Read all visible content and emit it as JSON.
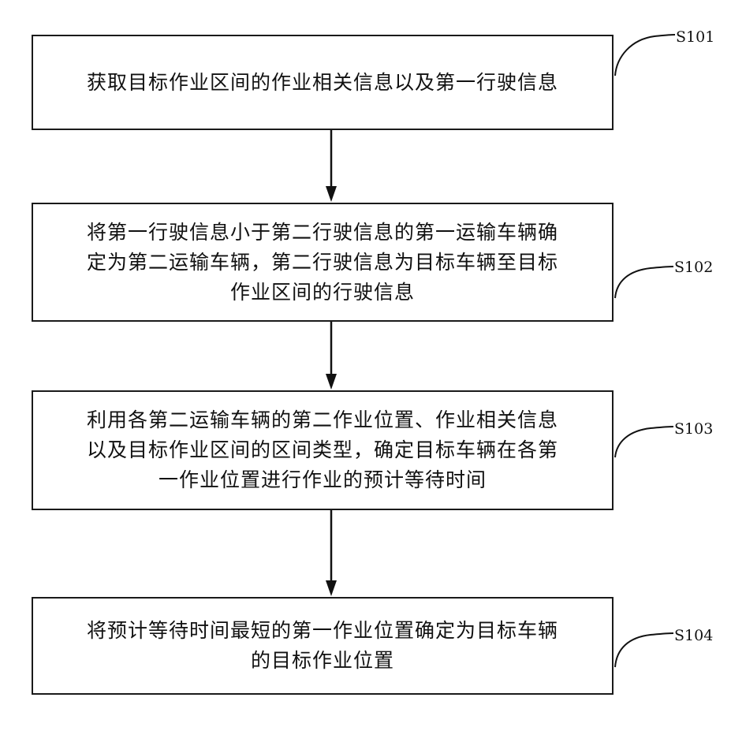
{
  "steps": [
    {
      "label": "S101",
      "text": "获取目标作业区间的作业相关信息以及第一行驶信息"
    },
    {
      "label": "S102",
      "text": "将第一行驶信息小于第二行驶信息的第一运输车辆确\n定为第二运输车辆，第二行驶信息为目标车辆至目标\n作业区间的行驶信息"
    },
    {
      "label": "S103",
      "text": "利用各第二运输车辆的第二作业位置、作业相关信息\n以及目标作业区间的区间类型，确定目标车辆在各第\n一作业位置进行作业的预计等待时间"
    },
    {
      "label": "S104",
      "text": "将预计等待时间最短的第一作业位置确定为目标车辆\n的目标作业位置"
    }
  ]
}
